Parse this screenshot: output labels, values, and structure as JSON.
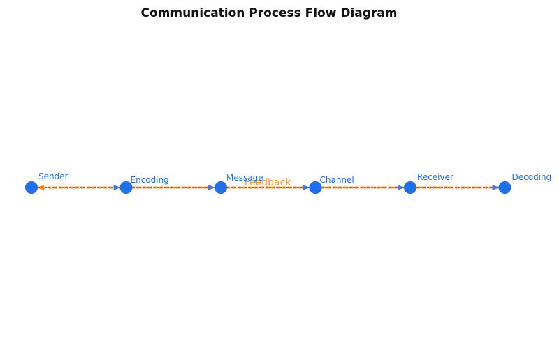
{
  "title": "Communication Process Flow Diagram",
  "colors": {
    "node": "#1f6fe8",
    "arrow": "#4a78d6",
    "feedback": "#ff9030",
    "label": "#1f6fe8"
  },
  "nodes": [
    {
      "id": "sender",
      "label": "Sender"
    },
    {
      "id": "encoding",
      "label": "Encoding"
    },
    {
      "id": "message",
      "label": "Message"
    },
    {
      "id": "channel",
      "label": "Channel"
    },
    {
      "id": "receiver",
      "label": "Receiver"
    },
    {
      "id": "decoding",
      "label": "Decoding"
    }
  ],
  "edges": [
    {
      "from": "sender",
      "to": "encoding"
    },
    {
      "from": "encoding",
      "to": "message"
    },
    {
      "from": "message",
      "to": "channel"
    },
    {
      "from": "channel",
      "to": "receiver"
    },
    {
      "from": "receiver",
      "to": "decoding"
    }
  ],
  "feedback": {
    "from": "decoding",
    "to": "sender",
    "label": "Feedback"
  }
}
